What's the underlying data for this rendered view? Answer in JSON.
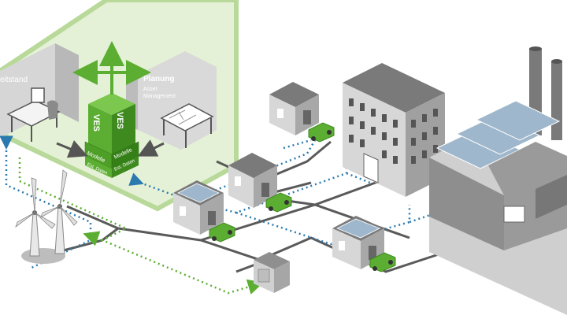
{
  "labels": {
    "leitstand": "eitstand",
    "planung_title": "Planung",
    "planung_sub1": "Asset",
    "planung_sub2": "Management",
    "ves_left": "VES",
    "ves_right": "VES",
    "modelle_left": "Modelle",
    "modelle_right": "Modelle",
    "est_daten_left": "Est. Daten",
    "est_daten_right": "Est. Daten"
  },
  "colors": {
    "room_bg": "#e4f1d6",
    "room_border": "#b8d99a",
    "accent_green": "#5cae32",
    "dark_green": "#3e8a1f",
    "building_light": "#d3d3d3",
    "building_mid": "#9a9a9a",
    "building_dark": "#666666",
    "roof": "#7a7a7a",
    "solar": "#9fb7cc",
    "power_line": "#5a5a5a",
    "data_line": "#2a7ab0"
  },
  "icons": [
    "wind-turbine-icon",
    "electric-car-icon",
    "solar-panel-icon",
    "transformer-icon",
    "desk-icon"
  ]
}
